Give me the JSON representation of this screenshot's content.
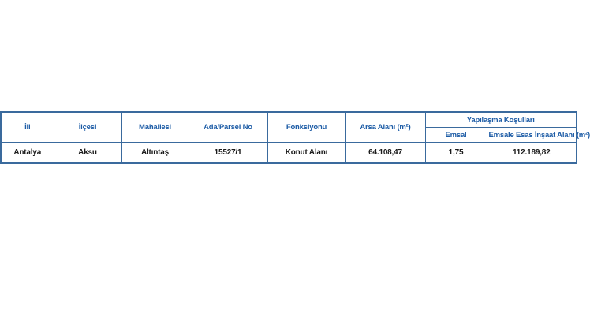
{
  "colors": {
    "border": "#3a6a9d",
    "header_text": "#1d5ca6",
    "data_text": "#1a1a1a"
  },
  "table": {
    "headers": {
      "ili": "İli",
      "ilcesi": "İlçesi",
      "mahallesi": "Mahallesi",
      "ada_parsel": "Ada/Parsel No",
      "fonksiyonu": "Fonksiyonu",
      "arsa_alani": "Arsa Alanı (m²)",
      "yapilasma_kosullari": "Yapılaşma Koşulları",
      "emsal": "Emsal",
      "emsale_esas": "Emsale Esas İnşaat Alanı (m²)"
    },
    "row": {
      "ili": "Antalya",
      "ilcesi": "Aksu",
      "mahallesi": "Altıntaş",
      "ada_parsel": "15527/1",
      "fonksiyonu": "Konut Alanı",
      "arsa_alani": "64.108,47",
      "emsal": "1,75",
      "emsale_esas": "112.189,82"
    }
  }
}
